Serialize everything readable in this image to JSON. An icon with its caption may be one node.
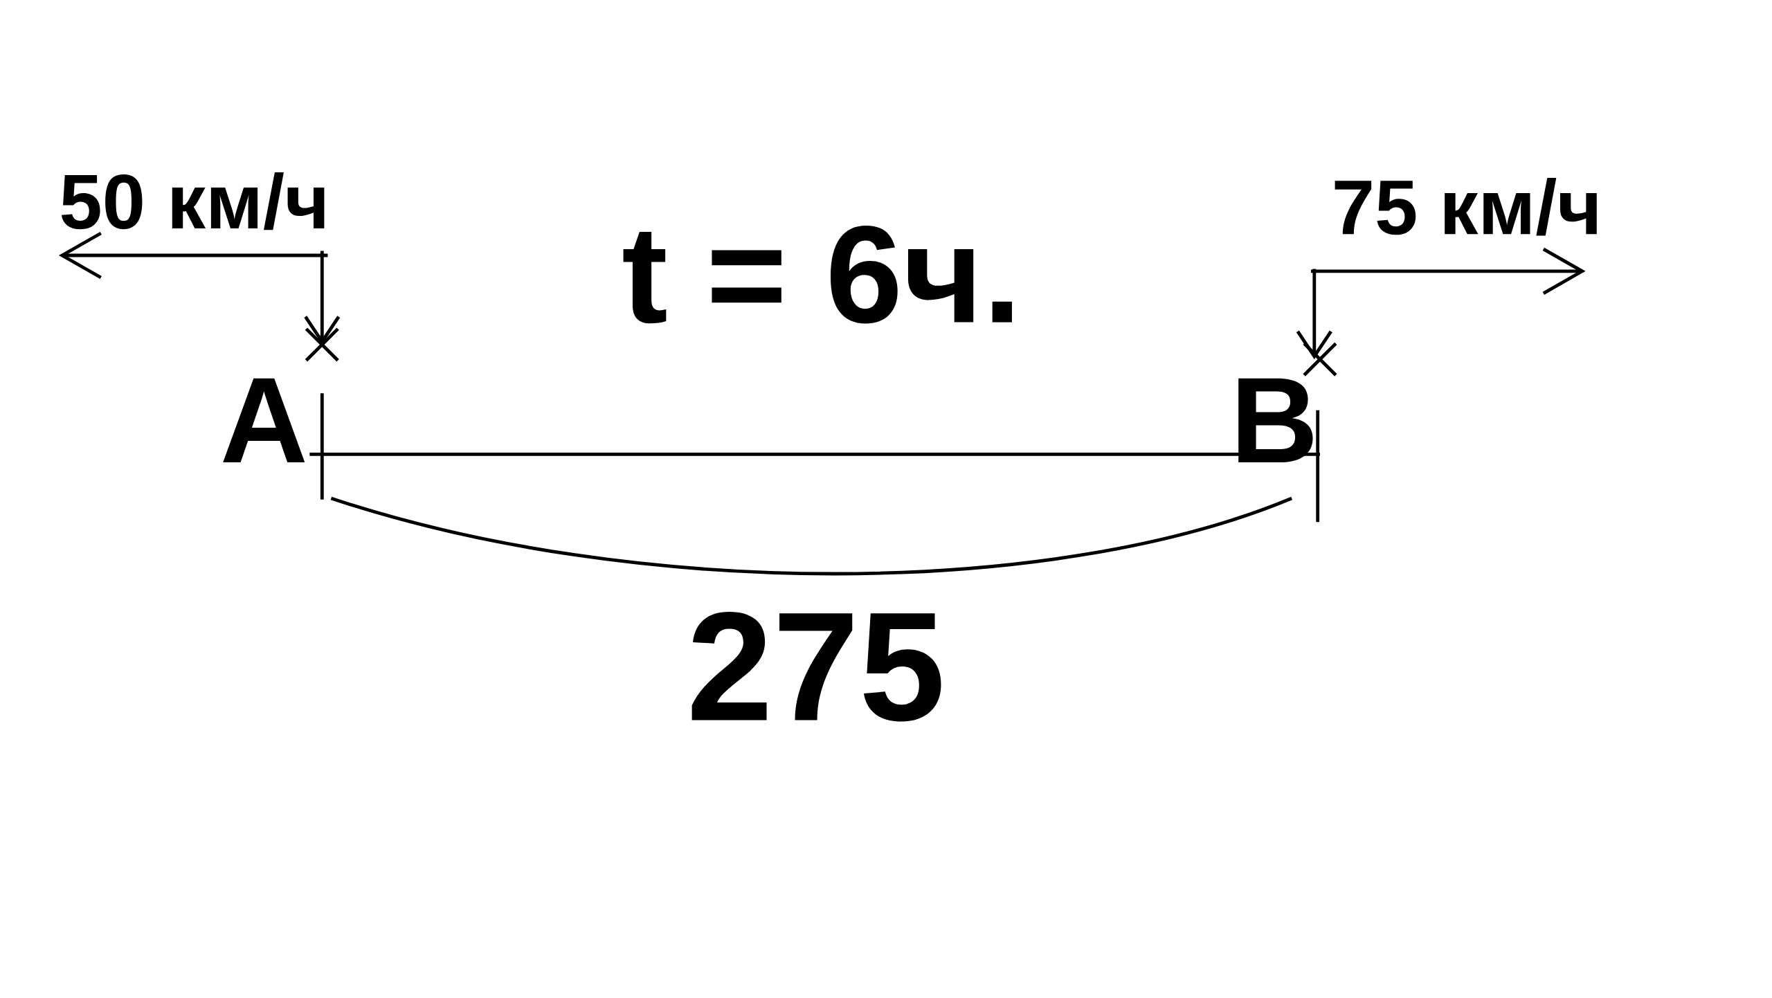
{
  "diagram": {
    "nodes": [
      {
        "text": [
          "A"
        ]
      },
      {
        "text": [
          "B"
        ]
      }
    ],
    "edges": [
      {
        "from": 0,
        "to": 1,
        "arrow": "none"
      }
    ],
    "labels": [
      "50 км/ч",
      "t = 6ч.",
      "75 км/ч",
      "275"
    ]
  }
}
